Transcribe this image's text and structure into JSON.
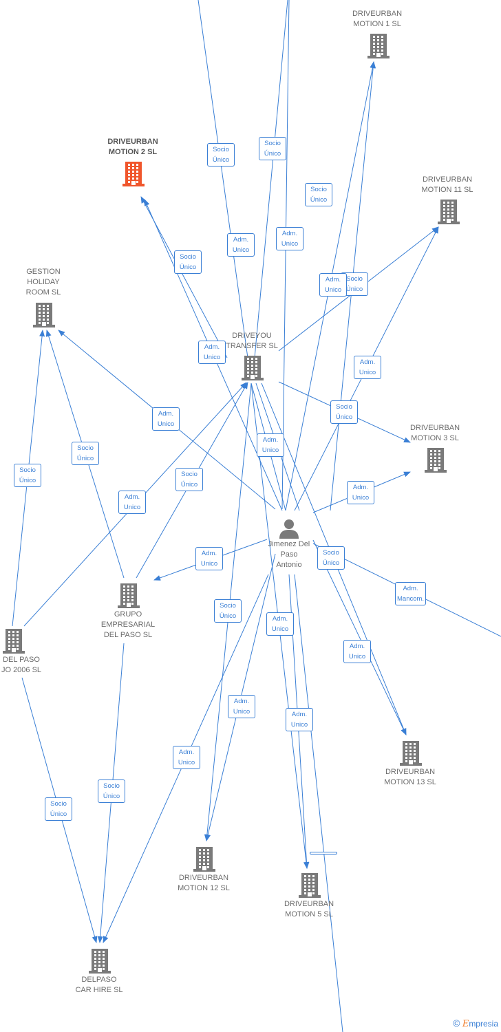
{
  "colors": {
    "edge": "#3a7fd5",
    "building": "#7a7a7a",
    "highlight": "#f0562c"
  },
  "person": {
    "name": "Jimenez Del\nPaso\nAntonio",
    "icon": "person-icon"
  },
  "companies": [
    {
      "id": "motion1",
      "name": "DRIVEURBAN\nMOTION 1  SL"
    },
    {
      "id": "motion2",
      "name": "DRIVEURBAN\nMOTION 2  SL",
      "highlight": true
    },
    {
      "id": "motion11",
      "name": "DRIVEURBAN\nMOTION 11  SL"
    },
    {
      "id": "gestion",
      "name": "GESTION\nHOLIDAY\nROOM  SL"
    },
    {
      "id": "driveyou",
      "name": "DRIVEYOU\nTRANSFER  SL"
    },
    {
      "id": "motion3",
      "name": "DRIVEURBAN\nMOTION 3  SL"
    },
    {
      "id": "grupo",
      "name": "GRUPO\nEMPRESARIAL\nDEL PASO  SL"
    },
    {
      "id": "delpaso2006",
      "name": "DEL PASO\nJO 2006  SL"
    },
    {
      "id": "motion13",
      "name": "DRIVEURBAN\nMOTION 13  SL"
    },
    {
      "id": "motion12",
      "name": "DRIVEURBAN\nMOTION 12  SL"
    },
    {
      "id": "motion5",
      "name": "DRIVEURBAN\nMOTION 5  SL"
    },
    {
      "id": "carhire",
      "name": "DELPASO\nCAR HIRE  SL"
    }
  ],
  "badges": [
    "Socio\nÚnico",
    "Socio\nÚnico",
    "Socio\nÚnico",
    "Socio\nÚnico",
    "Adm.\nUnico",
    "Adm.\nUnico",
    "Socio\nÚnico",
    "Adm.\nUnico",
    "Adm.\nUnico",
    "Adm.\nUnico",
    "Adm.\nUnico",
    "Socio\nÚnico",
    "Adm.\nUnico",
    "Adm.\nUnico",
    "Socio\nÚnico",
    "Socio\nÚnico",
    "Socio\nÚnico",
    "Adm.\nUnico",
    "Adm.\nUnico",
    "Adm.\nMancom.",
    "Socio\nÚnico",
    "Socio\nÚnico",
    "Adm.\nUnico",
    "Adm.\nUnico",
    "Adm.\nUnico",
    "Adm.\nUnico",
    "Socio\nÚnico",
    "Socio\nÚnico",
    "Adm.\nUnico"
  ],
  "footer": {
    "copyright": "©",
    "brand_initial": "E",
    "brand_rest": "mpresia"
  }
}
